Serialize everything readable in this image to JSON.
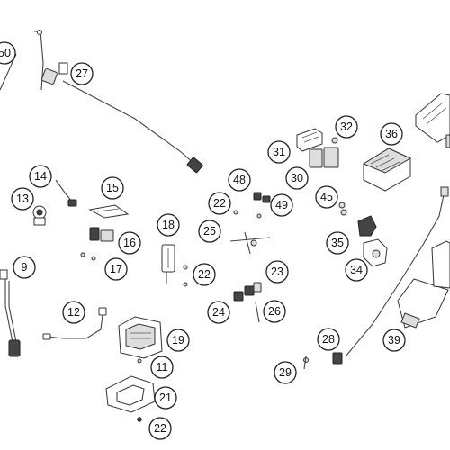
{
  "callouts": [
    {
      "id": "c50",
      "label": "50"
    },
    {
      "id": "c27",
      "label": "27"
    },
    {
      "id": "c32",
      "label": "32"
    },
    {
      "id": "c36",
      "label": "36"
    },
    {
      "id": "c31",
      "label": "31"
    },
    {
      "id": "c14",
      "label": "14"
    },
    {
      "id": "c30",
      "label": "30"
    },
    {
      "id": "c48",
      "label": "48"
    },
    {
      "id": "c13",
      "label": "13"
    },
    {
      "id": "c15",
      "label": "15"
    },
    {
      "id": "c22a",
      "label": "22"
    },
    {
      "id": "c49",
      "label": "49"
    },
    {
      "id": "c45",
      "label": "45"
    },
    {
      "id": "c18",
      "label": "18"
    },
    {
      "id": "c25",
      "label": "25"
    },
    {
      "id": "c16",
      "label": "16"
    },
    {
      "id": "c35",
      "label": "35"
    },
    {
      "id": "c17",
      "label": "17"
    },
    {
      "id": "c9",
      "label": "9"
    },
    {
      "id": "c22b",
      "label": "22"
    },
    {
      "id": "c23",
      "label": "23"
    },
    {
      "id": "c34",
      "label": "34"
    },
    {
      "id": "c12",
      "label": "12"
    },
    {
      "id": "c24",
      "label": "24"
    },
    {
      "id": "c26",
      "label": "26"
    },
    {
      "id": "c19",
      "label": "19"
    },
    {
      "id": "c28",
      "label": "28"
    },
    {
      "id": "c39",
      "label": "39"
    },
    {
      "id": "c29",
      "label": "29"
    },
    {
      "id": "c11",
      "label": "11"
    },
    {
      "id": "c21",
      "label": "21"
    },
    {
      "id": "c22c",
      "label": "22"
    }
  ]
}
